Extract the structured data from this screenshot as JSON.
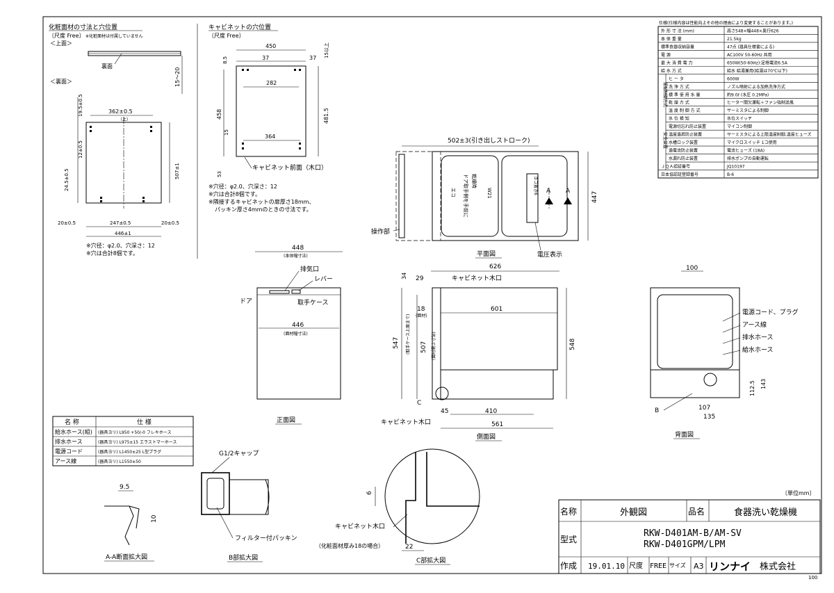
{
  "veneer": {
    "title": "化粧面材の寸法と穴位置",
    "scale_note": "〔尺度 Free〕",
    "not_included": "※化粧面材は付属していません",
    "top_view": "＜上面＞",
    "back_label": "裏面",
    "dim_15_20": "15～20",
    "rear_view": "＜裏面＞",
    "dim_362": "362±0.5",
    "up_mark": "（上）",
    "dim_19_5": "19.5±0.5",
    "dim_12": "12±0.5",
    "dim_24_5": "24.5±0.5",
    "dim_507": "507±1",
    "dim_20_left": "20±0.5",
    "dim_247": "247±0.5",
    "dim_20_right": "20±0.5",
    "dim_446": "446±1",
    "note1": "※穴径：φ2.0、穴深さ：12",
    "note2": "※穴は合計8個です。"
  },
  "cabinet": {
    "title": "キャビネットの穴位置",
    "scale_note": "〔尺度 Free〕",
    "dim_450": "450",
    "dim_8_5": "8.5",
    "dim_37_left": "37",
    "dim_37_right": "37",
    "dim_15_up": "15以上",
    "dim_282": "282",
    "dim_458": "458",
    "dim_481_5": "481.5",
    "dim_15": "15",
    "dim_364": "364",
    "dim_53": "53",
    "front_label": "キャビネット前面（木口）",
    "note1": "※穴径：φ2.0、穴深さ：12",
    "note2": "※穴は合計8個です。",
    "note3": "※隣接するキャビネットの扉厚さ18mm、",
    "note4": "パッキン厚さ4mmのときの寸法です。"
  },
  "spec": {
    "header": "仕様(仕様内容は性能向上その他の理由により変更することがあります。)",
    "rows": [
      {
        "label": "外 形 寸 法 (mm)",
        "value": "高さ548×幅448×奥行626"
      },
      {
        "label": "本 体 重 量",
        "value": "21.5kg"
      },
      {
        "label": "標準食器収納容量",
        "value": "47点 (器具仕様書による)"
      },
      {
        "label": "電 源",
        "value": "AC100V 50-60Hz 共用"
      },
      {
        "label": "最 大 消 費 電 力",
        "value": "650W(50-60Hz):定格電流6.5A"
      },
      {
        "label": "給 水 方 式",
        "value": "給水 給湯兼用(給湯は70℃以下)"
      },
      {
        "label": "ヒ ー タ",
        "value": "600W"
      },
      {
        "label": "洗 浄 方 式",
        "value": "ノズル噴射による加熱洗浄方式"
      },
      {
        "label": "標 準 使 用 水 量",
        "value": "約9.0ℓ (水圧 0.2MPa)"
      },
      {
        "label": "乾 燥 方 式",
        "value": "ヒーター間欠運転＋ファン強制送風"
      },
      {
        "label": "温 度 制 御 方 式",
        "value": "サーミスタによる制御"
      },
      {
        "label": "水 位 検 知",
        "value": "水位スイッチ"
      },
      {
        "label": "電源切忘れ防止装置",
        "value": "マイコン制御"
      },
      {
        "label": "温度過昇防止装置",
        "value": "サーミスタによる上限温度制御,温度ヒューズ"
      },
      {
        "label": "水槽ロック装置",
        "value": "マイクロスイッチ 1コ使用"
      },
      {
        "label": "過電流防止装置",
        "value": "電流ヒューズ (18A)"
      },
      {
        "label": "水漏れ防止装置",
        "value": "排水ポンプの自動運転"
      },
      {
        "label": "ＪＱＡ認証番号",
        "value": "JQ10197"
      },
      {
        "label": "日本協認証登録番号",
        "value": "B-6"
      }
    ],
    "group1": "運転制御方式",
    "group2": "安全装置"
  },
  "plan": {
    "dim_502": "502±3(引き出しストローク)",
    "dim_447": "447",
    "ctrl_label": "操作部",
    "voltage_label": "電圧表示",
    "caption": "平面図",
    "section_a": "A",
    "inner_text1": "ドア取手側を手前に",
    "inner_text2": "乾燥時",
    "inner_text3": "W21",
    "inner_text4": "エコ",
    "inner_text5": "ヨコ置き6"
  },
  "front": {
    "dim_448": "448",
    "dim_448_sub": "(本体幅寸法)",
    "exhaust": "排気口",
    "lever": "レバー",
    "door": "ドア",
    "handle_case": "取手ケース",
    "dim_446": "446",
    "dim_446_sub": "(面材幅寸法)",
    "caption": "正面図"
  },
  "side": {
    "dim_626": "626",
    "dim_34": "34",
    "dim_29": "29",
    "cabinet_edge": "キャビネット木口",
    "dim_18": "18",
    "dim_18_sub": "(面材)",
    "dim_601": "601",
    "dim_547": "547",
    "dim_547_sub": "(取手ケース上面まで)",
    "dim_507": "507",
    "dim_507_sub": "(面材高さ寸法)",
    "dim_548": "548",
    "c_mark": "C",
    "dim_45": "45",
    "dim_410": "410",
    "dim_561": "561",
    "cabinet_edge2": "キャビネット木口",
    "caption": "側面図"
  },
  "back": {
    "dim_100": "100",
    "cord": "電源コード、プラグ",
    "earth": "アース線",
    "drain": "排水ホース",
    "supply": "給水ホース",
    "dim_112_5": "112.5",
    "dim_143": "143",
    "b_mark": "B",
    "dim_107": "107",
    "dim_135": "135",
    "caption": "背面図"
  },
  "parts": {
    "col_name": "名 称",
    "col_spec": "仕 様",
    "rows": [
      {
        "name": "給水ホース(組)",
        "spec": "(器具ヨリ) L950 +50/-0 フレキホース"
      },
      {
        "name": "排水ホース",
        "spec": "(器具ヨリ) L975±15 エラストマーホース"
      },
      {
        "name": "電源コード",
        "spec": "(器具ヨリ) L1450±25 L型プラグ"
      },
      {
        "name": "アース線",
        "spec": "(器具ヨリ) L1550±50"
      }
    ]
  },
  "detail_a": {
    "dim_9_5": "9.5",
    "dim_10": "10",
    "caption": "A-A断面拡大図"
  },
  "detail_b": {
    "cap": "G1/2キャップ",
    "packing": "フィルター付パッキン",
    "caption": "B部拡大図"
  },
  "detail_c": {
    "dim_6": "6",
    "edge": "キャビネット木口",
    "note": "（化粧面材厚み18の場合）",
    "dim_22": "22",
    "caption": "C部拡大図"
  },
  "title_block": {
    "unit": "〔単位mm〕",
    "name_label": "名称",
    "name_value": "外観図",
    "product_label": "品名",
    "product_value": "食器洗い乾燥機",
    "model_label": "型式",
    "model_1": "RKW-D401AM-B/AM-SV",
    "model_2": "RKW-D401GPM/LPM",
    "made_label": "作成",
    "date": "19.01.10",
    "scale_label": "尺度",
    "scale_value": "FREE",
    "size_label": "サイズ",
    "size_value": "A3",
    "brand": "リンナイ",
    "company": "株式会社",
    "sheet_no": "100"
  }
}
